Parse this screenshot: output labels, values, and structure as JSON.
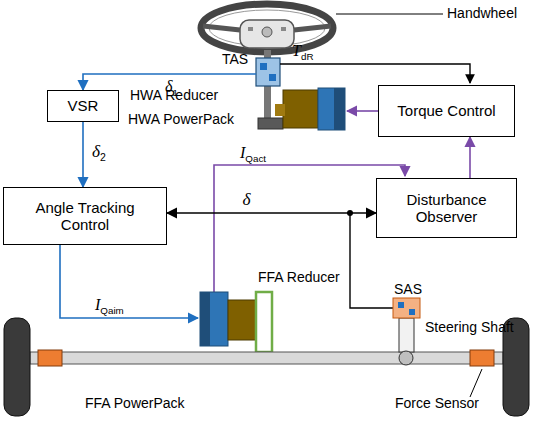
{
  "diagram": {
    "nodes": [
      {
        "text": [
          "VSR"
        ]
      },
      {
        "text": [
          "Angle Tracking Control"
        ]
      },
      {
        "text": [
          "Torque Control"
        ]
      },
      {
        "text": [
          "Disturbance Observer"
        ]
      }
    ],
    "edges": [
      {
        "from": 0,
        "to": 1,
        "arrow": "to",
        "label": "δ2"
      },
      {
        "from": 1,
        "to": 3,
        "arrow": "both",
        "label": "δ"
      },
      {
        "from": 3,
        "to": 2,
        "arrow": "to"
      }
    ],
    "labels": [
      "Handwheel",
      "TAS",
      "TdR",
      "δ1",
      "HWA Reducer",
      "HWA PowerPack",
      "IQact",
      "IQaim",
      "FFA Reducer",
      "SAS",
      "Steering Shaft",
      "FFA PowerPack",
      "Force Sensor"
    ]
  }
}
